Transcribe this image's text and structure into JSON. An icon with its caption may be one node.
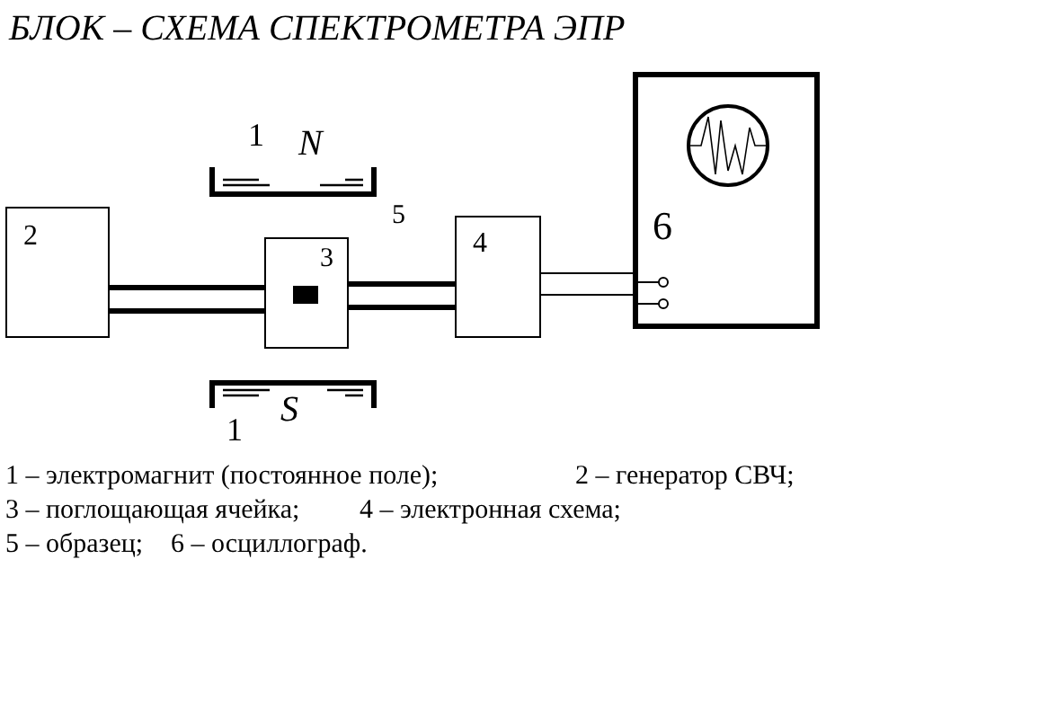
{
  "diagram": {
    "title": "БЛОК – СХЕМА  СПЕКТРОМЕТРА  ЭПР",
    "nodes": [
      {
        "text": [
          "1",
          "N"
        ]
      },
      {
        "text": [
          "2"
        ]
      },
      {
        "text": [
          "3"
        ]
      },
      {
        "text": [
          "4"
        ]
      },
      {
        "text": [
          "6"
        ]
      },
      {
        "text": [
          "S",
          "1"
        ]
      }
    ],
    "edges": [
      {
        "from": 1,
        "to": 2,
        "arrow": "none",
        "style": "thick"
      },
      {
        "from": 2,
        "to": 3,
        "arrow": "none",
        "style": "thick"
      },
      {
        "from": 3,
        "to": 4,
        "arrow": "none"
      },
      {
        "from": 3,
        "to": 4,
        "arrow": "none"
      }
    ],
    "labels": [
      "5",
      "1 – электромагнит (постоянное поле);",
      "2 – генератор СВЧ;",
      "3 – поглощающая ячейка;",
      "4 – электронная схема;",
      "5 – образец;",
      "6 – осциллограф."
    ]
  }
}
